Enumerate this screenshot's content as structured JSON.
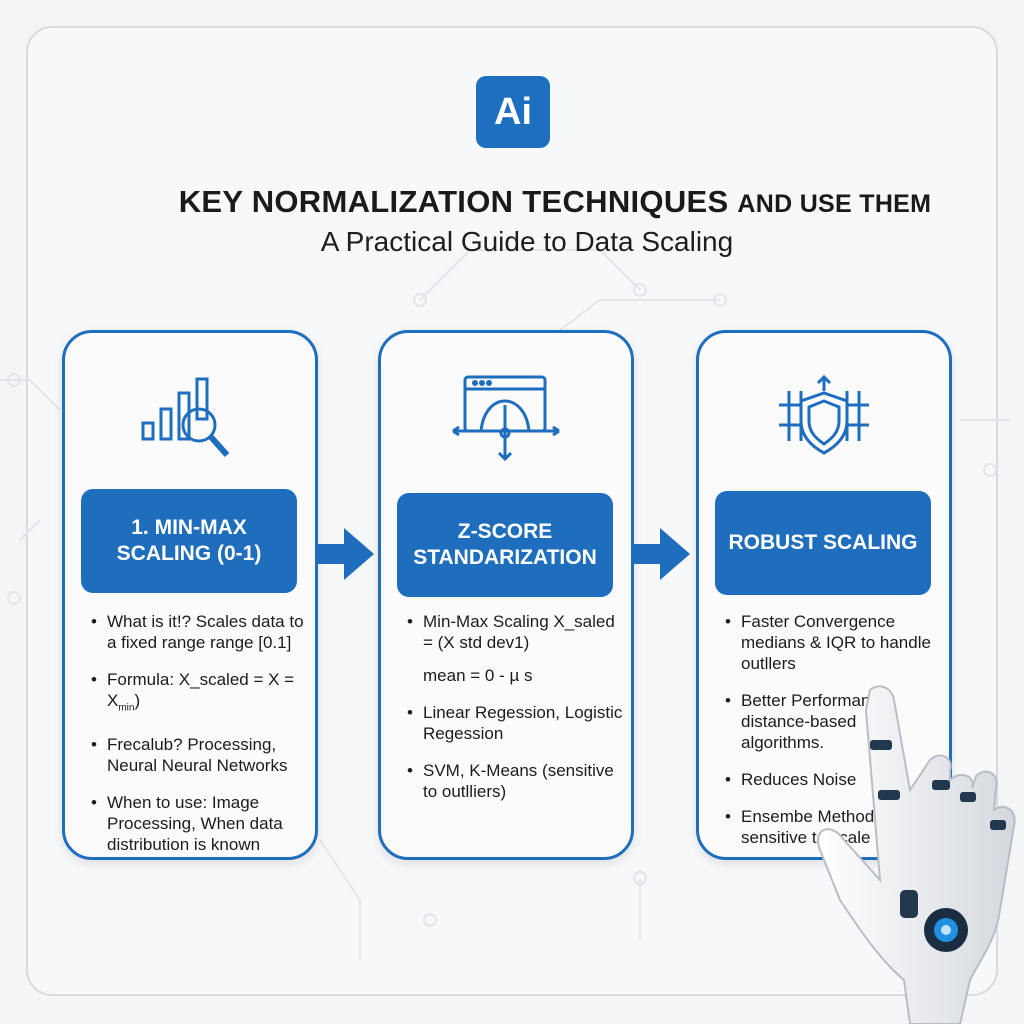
{
  "logo": "Ai",
  "title": {
    "main": "KEY NORMALIZATION TECHNIQUES",
    "suffix": "AND USE THEM"
  },
  "subtitle": "A Practical Guide to Data Scaling",
  "cards": [
    {
      "icon": "bar-chart-magnifier-icon",
      "heading": "1. MIN-MAX SCALING (0-1)",
      "bullets": [
        "What is it!? Scales data to a fixed range range [0.1]",
        "Formula:  X_scaled = X = X",
        "Frecalub? Processing, Neural Neural Networks",
        "When to use: Image Processing, When data distribution is known"
      ],
      "formula_sub": "min",
      "formula_tail": ")"
    },
    {
      "icon": "bell-curve-window-icon",
      "heading": "Z-SCORE STANDARIZATION",
      "bullets": [
        "Min-Max Scaling X_saled = (X std dev1)",
        "Linear Regession, Logistic Regession",
        "SVM, K-Means (sensitive to outlliers)"
      ],
      "extra": "mean = 0 - µ s"
    },
    {
      "icon": "shield-grid-icon",
      "heading": "ROBUST SCALING",
      "bullets": [
        "Faster Convergence medians & IQR to handle outllers",
        "Better Performance distance-based algorithms.",
        "Reduces Noise",
        "Ensembe Methods, (less sensitive to scale"
      ]
    }
  ],
  "colors": {
    "accent": "#1f6ebd",
    "background": "#f4f5f7"
  }
}
